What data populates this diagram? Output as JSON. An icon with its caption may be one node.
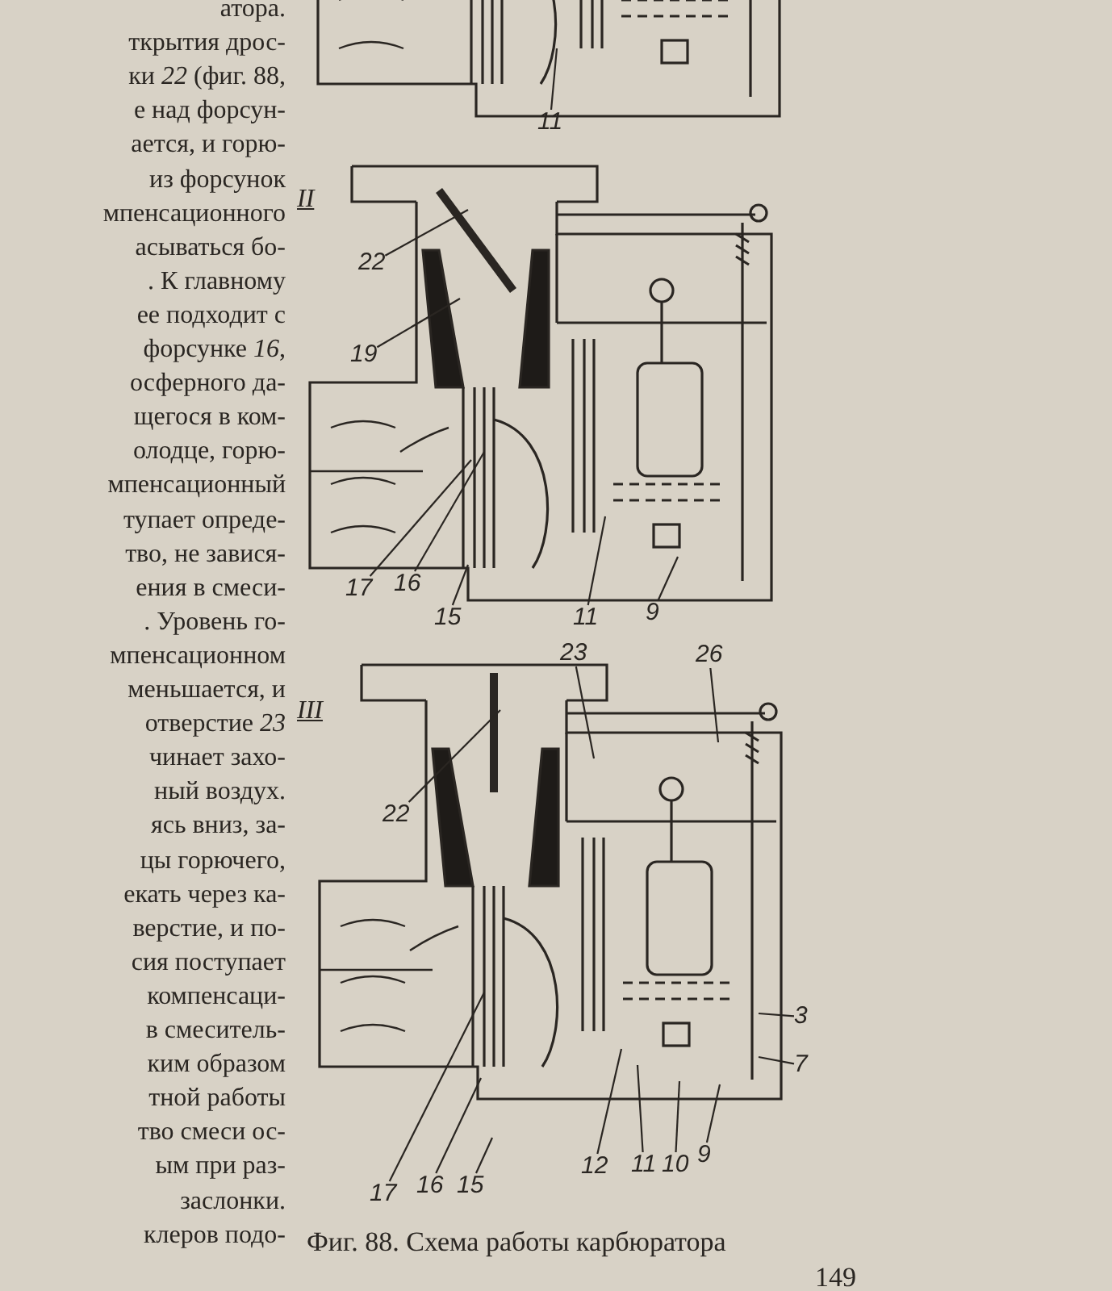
{
  "diagram": {
    "caption": "Фиг. 88. Схема работы карбюратора",
    "nodes": [
      {
        "text": [
          "11"
        ]
      },
      {
        "text": [
          "22"
        ]
      },
      {
        "text": [
          "19"
        ]
      },
      {
        "text": [
          "17"
        ]
      },
      {
        "text": [
          "16"
        ]
      },
      {
        "text": [
          "15"
        ]
      },
      {
        "text": [
          "11"
        ]
      },
      {
        "text": [
          "9"
        ]
      },
      {
        "text": [
          "23"
        ]
      },
      {
        "text": [
          "26"
        ]
      },
      {
        "text": [
          "22"
        ]
      },
      {
        "text": [
          "17"
        ]
      },
      {
        "text": [
          "16"
        ]
      },
      {
        "text": [
          "15"
        ]
      },
      {
        "text": [
          "12"
        ]
      },
      {
        "text": [
          "11"
        ]
      },
      {
        "text": [
          "10"
        ]
      },
      {
        "text": [
          "9"
        ]
      },
      {
        "text": [
          "3"
        ]
      },
      {
        "text": [
          "7"
        ]
      }
    ],
    "edges": [
      {
        "from": 0,
        "to": null,
        "arrow": "none"
      },
      {
        "from": 1,
        "to": null,
        "arrow": "none"
      },
      {
        "from": 2,
        "to": null,
        "arrow": "none"
      },
      {
        "from": 3,
        "to": null,
        "arrow": "none"
      },
      {
        "from": 4,
        "to": null,
        "arrow": "none"
      },
      {
        "from": 5,
        "to": null,
        "arrow": "none"
      },
      {
        "from": 6,
        "to": null,
        "arrow": "none"
      },
      {
        "from": 7,
        "to": null,
        "arrow": "none"
      },
      {
        "from": 8,
        "to": null,
        "arrow": "none"
      },
      {
        "from": 9,
        "to": null,
        "arrow": "none"
      },
      {
        "from": 10,
        "to": null,
        "arrow": "none"
      },
      {
        "from": 11,
        "to": null,
        "arrow": "none"
      },
      {
        "from": 12,
        "to": null,
        "arrow": "none"
      },
      {
        "from": 13,
        "to": null,
        "arrow": "none"
      },
      {
        "from": 14,
        "to": null,
        "arrow": "none"
      },
      {
        "from": 15,
        "to": null,
        "arrow": "none"
      },
      {
        "from": 16,
        "to": null,
        "arrow": "none"
      },
      {
        "from": 17,
        "to": null,
        "arrow": "none"
      },
      {
        "from": 18,
        "to": null,
        "arrow": "none"
      },
      {
        "from": 19,
        "to": null,
        "arrow": "none"
      }
    ],
    "labels": [
      "атора.",
      "ткрытия дрос-",
      "ки *22* (фиг. 88,",
      "е над форсун-",
      "ается, и горю-",
      "из форсунок",
      "мпенсационного",
      "асываться бо-",
      ". К главному",
      "ее подходит с",
      "форсунке *16*,",
      "осферного да-",
      "щегося в ком-",
      "олодце, горю-",
      "мпенсационный",
      "тупает опреде-",
      "тво, не завися-",
      "ения в смеси-",
      ". Уровень го-",
      "мпенсационном",
      "меньшается, и",
      "отверстие *23*",
      "чинает захо-",
      "ный воздух.",
      "ясь вниз, за-",
      "цы горючего,",
      "екать через ка-",
      "верстие, и по-",
      "сия поступает",
      "компенсаци-",
      "в смеситель-",
      "ким образом",
      "тной работы",
      "тво смеси ос-",
      "ым при раз-",
      "заслонки.",
      "клеров подо-",
      "II",
      "III",
      "149"
    ]
  }
}
